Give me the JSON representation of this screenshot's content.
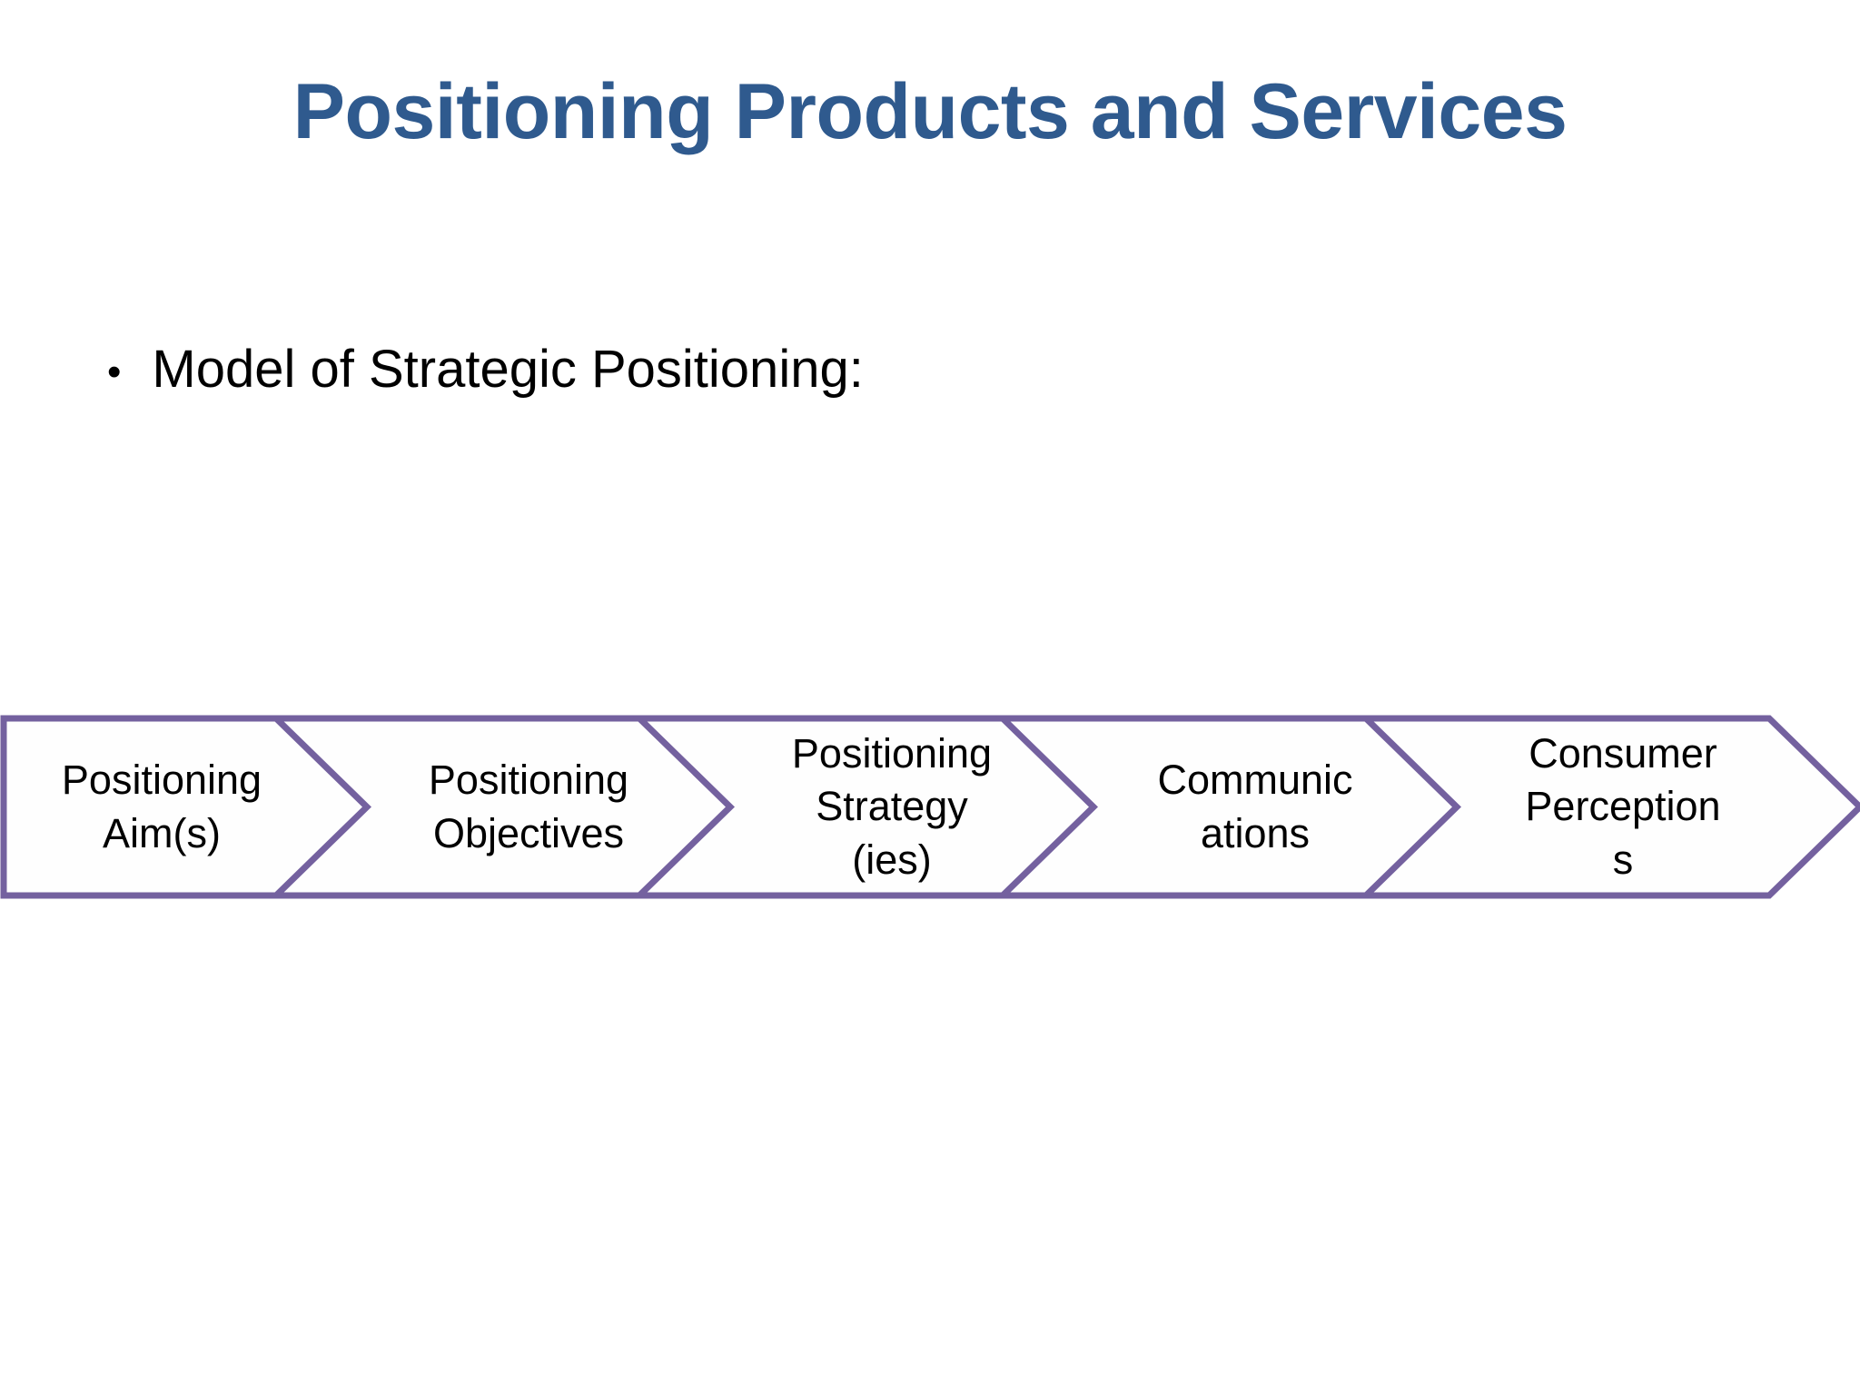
{
  "slide": {
    "title": "Positioning Products and Services",
    "title_color": "#2F5A8E",
    "background_color": "#FFFFFF",
    "body_text_color": "#000000"
  },
  "body": {
    "bullets": [
      {
        "marker": "•",
        "text": "Model of Strategic Positioning:"
      }
    ]
  },
  "process_diagram": {
    "name": "Model of Strategic Positioning",
    "shape": "chevron-process",
    "outline_color": "#74619F",
    "fill_color": "#FEFEFE",
    "steps": [
      {
        "index": 1,
        "lines": [
          "Positioning",
          "Aim(s)"
        ]
      },
      {
        "index": 2,
        "lines": [
          "Positioning",
          "Objectives"
        ]
      },
      {
        "index": 3,
        "lines": [
          "Positioning",
          "Strategy",
          "(ies)"
        ]
      },
      {
        "index": 4,
        "lines": [
          "Communic",
          "ations"
        ]
      },
      {
        "index": 5,
        "lines": [
          "Consumer",
          "Perception",
          "s"
        ]
      }
    ]
  }
}
